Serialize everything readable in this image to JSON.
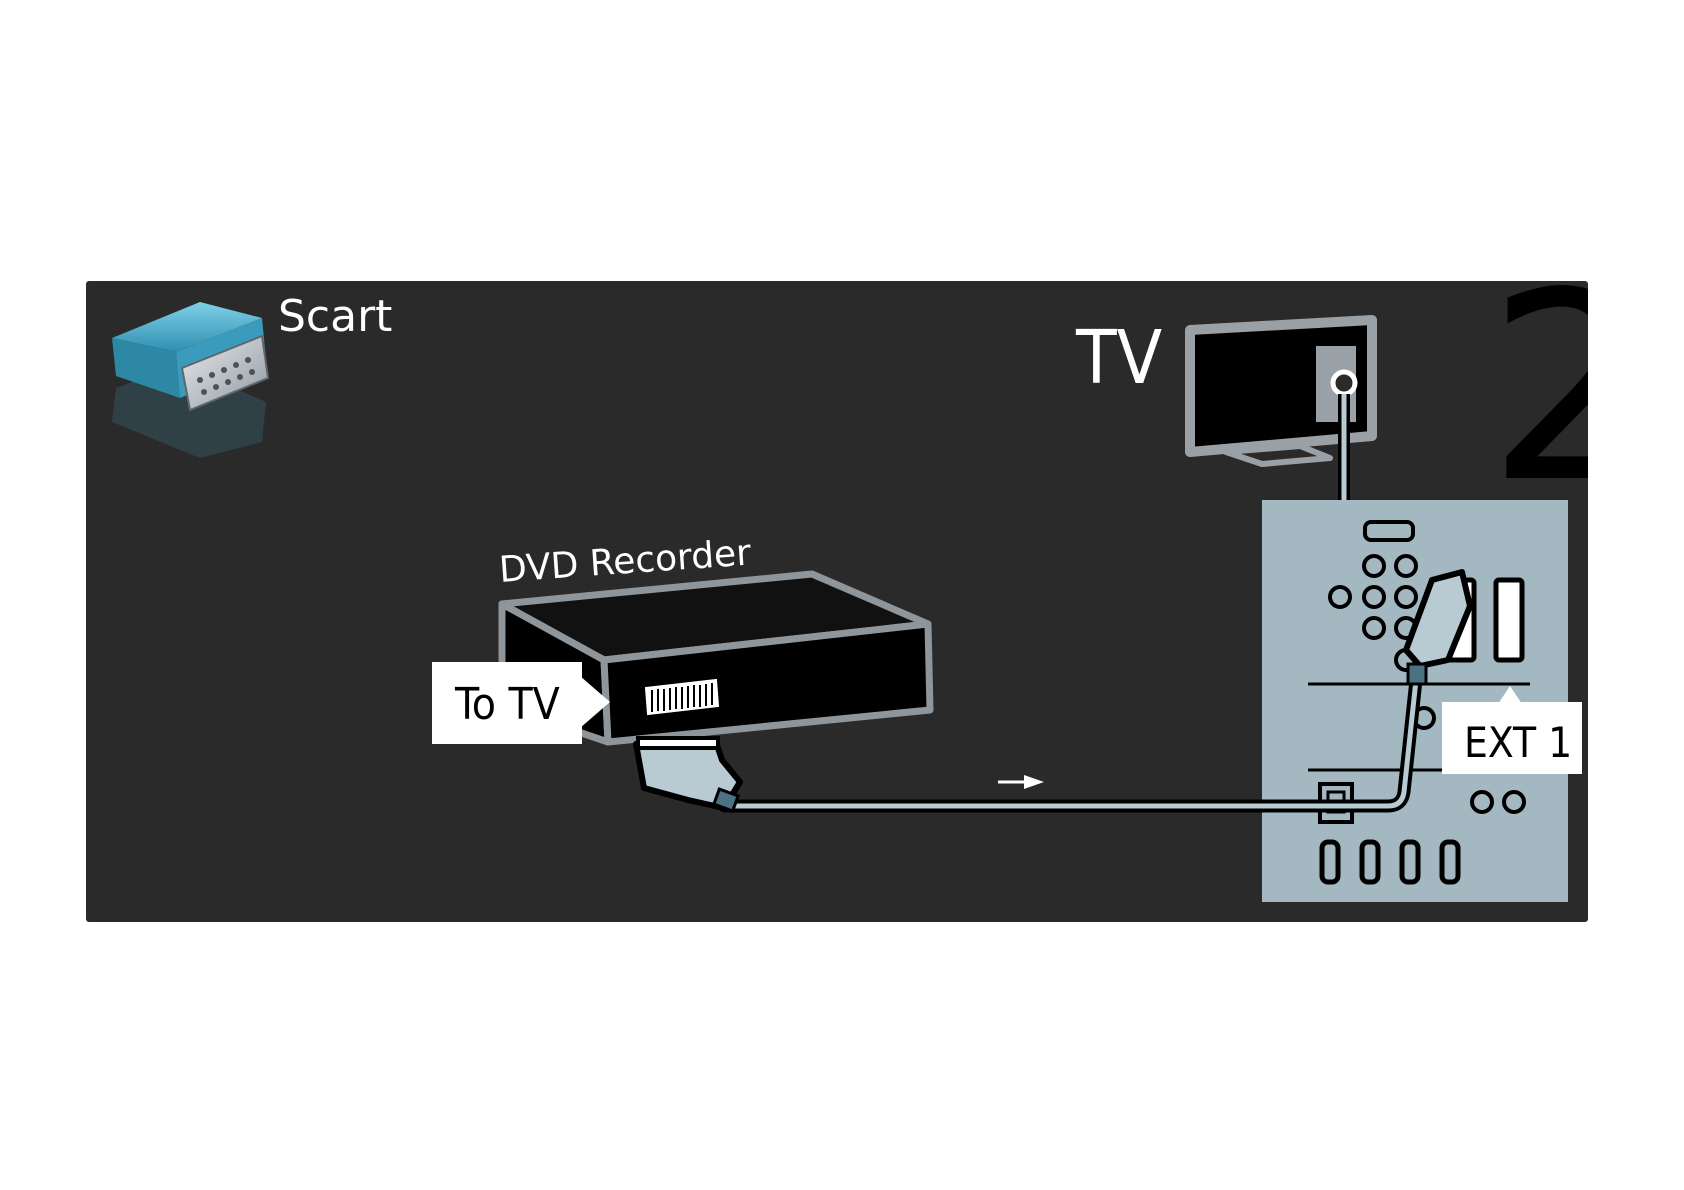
{
  "step_number": "2",
  "connector": {
    "label": "Scart",
    "icon": "scart-connector-icon"
  },
  "tv": {
    "label": "TV",
    "icon": "tv-icon"
  },
  "dvd_recorder": {
    "label": "DVD Recorder",
    "icon": "dvd-recorder-icon"
  },
  "source_port": {
    "label": "To TV"
  },
  "target_port": {
    "label": "EXT 1"
  },
  "colors": {
    "panel": "#2a2a2a",
    "tv_back_panel": "#a4b8c2",
    "cable": "#b8cad2",
    "scart_blue": "#4aa7c6",
    "label_bg": "#ffffff",
    "text": "#ffffff"
  }
}
